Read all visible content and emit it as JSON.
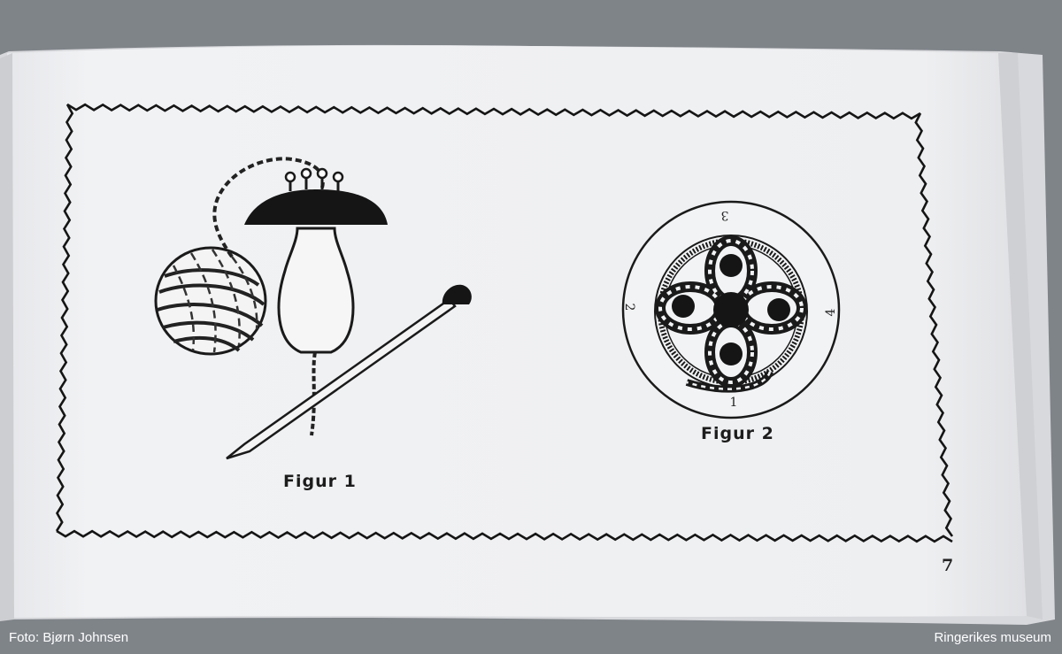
{
  "page": {
    "figure_1_caption": "Figur 1",
    "figure_2_caption": "Figur 2",
    "page_number": "7"
  },
  "figure_2_dial_numbers": [
    "3",
    "2",
    "4",
    "1"
  ],
  "photo_credit": {
    "photographer": "Foto: Bjørn Johnsen",
    "museum": "Ringerikes museum"
  }
}
